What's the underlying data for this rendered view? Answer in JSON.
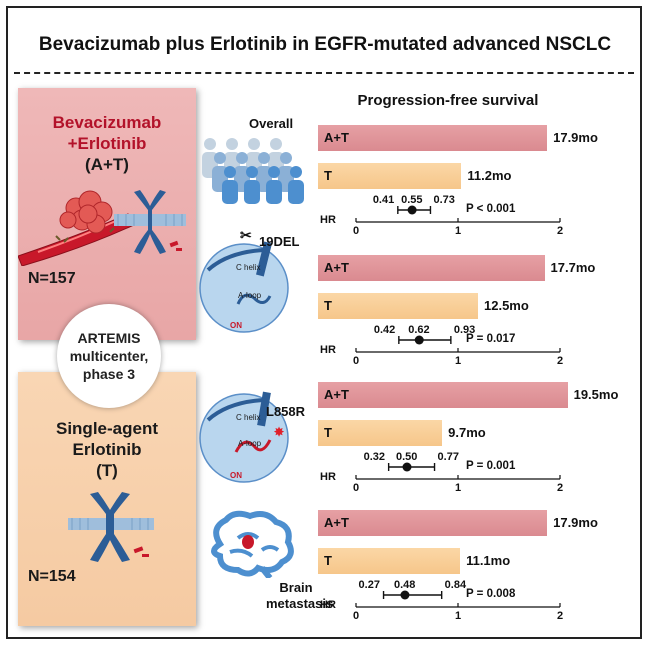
{
  "title": "Bevacizumab plus Erlotinib in EGFR-mutated advanced NSCLC",
  "arms": {
    "combo": {
      "line1": "Bevacizumab",
      "line2": "+Erlotinib",
      "line3": "(A+T)",
      "n": "N=157"
    },
    "single": {
      "line1": "Single-agent",
      "line2": "Erlotinib",
      "line3": "(T)",
      "n": "N=154"
    }
  },
  "trial": {
    "line1": "ARTEMIS",
    "line2": "multicenter,",
    "line3": "phase 3"
  },
  "pfs_title": "Progression-free survival",
  "icons": {
    "overall": "people-group-icon",
    "del19": "egfr-kinase-19del-icon",
    "l858r": "egfr-kinase-l858r-icon",
    "brain": "brain-icon",
    "tumor": "tumor-vessel-icon",
    "receptor": "egfr-receptor-icon"
  },
  "diagram_labels": {
    "c_helix": "C helix",
    "a_loop": "A-loop",
    "on": "ON"
  },
  "axis": {
    "hr_label": "HR",
    "ticks": [
      "0",
      "1",
      "2"
    ]
  },
  "colors": {
    "combo": "#dd8f95",
    "single": "#f8cc92",
    "red_text": "#b3122a"
  },
  "chart_data": [
    {
      "type": "bar",
      "subgroup": "Overall",
      "categories": [
        "A+T",
        "T"
      ],
      "values": [
        17.9,
        11.2
      ],
      "value_labels": [
        "17.9mo",
        "11.2mo"
      ],
      "hr": {
        "estimate": 0.55,
        "lower": 0.41,
        "upper": 0.73,
        "labels": [
          "0.41",
          "0.55",
          "0.73"
        ],
        "p": "P < 0.001"
      },
      "xlim": [
        0,
        2
      ]
    },
    {
      "type": "bar",
      "subgroup": "19DEL",
      "categories": [
        "A+T",
        "T"
      ],
      "values": [
        17.7,
        12.5
      ],
      "value_labels": [
        "17.7mo",
        "12.5mo"
      ],
      "hr": {
        "estimate": 0.62,
        "lower": 0.42,
        "upper": 0.93,
        "labels": [
          "0.42",
          "0.62",
          "0.93"
        ],
        "p": "P = 0.017"
      },
      "xlim": [
        0,
        2
      ]
    },
    {
      "type": "bar",
      "subgroup": "L858R",
      "categories": [
        "A+T",
        "T"
      ],
      "values": [
        19.5,
        9.7
      ],
      "value_labels": [
        "19.5mo",
        "9.7mo"
      ],
      "hr": {
        "estimate": 0.5,
        "lower": 0.32,
        "upper": 0.77,
        "labels": [
          "0.32",
          "0.50",
          "0.77"
        ],
        "p": "P = 0.001"
      },
      "xlim": [
        0,
        2
      ]
    },
    {
      "type": "bar",
      "subgroup": "Brain metastasis",
      "categories": [
        "A+T",
        "T"
      ],
      "values": [
        17.9,
        11.1
      ],
      "value_labels": [
        "17.9mo",
        "11.1mo"
      ],
      "hr": {
        "estimate": 0.48,
        "lower": 0.27,
        "upper": 0.84,
        "labels": [
          "0.27",
          "0.48",
          "0.84"
        ],
        "p": "P = 0.008"
      },
      "xlim": [
        0,
        2
      ]
    }
  ]
}
